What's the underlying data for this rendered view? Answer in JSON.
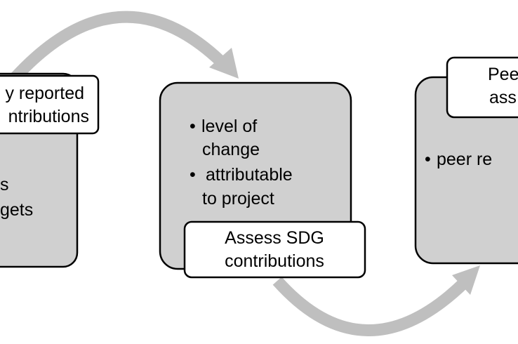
{
  "colors": {
    "arrow": "#bfbfbf",
    "box_fill": "#d0d0d0",
    "label_fill": "#ffffff",
    "stroke": "#000000"
  },
  "left_step": {
    "label_lines": [
      "y reported",
      "ntributions"
    ],
    "bullet_lines": [
      "s",
      "gets"
    ]
  },
  "middle_step": {
    "label_lines": [
      "Assess SDG",
      "contributions"
    ],
    "bullets": [
      "level of",
      "change",
      "attributable",
      "to project"
    ]
  },
  "right_step": {
    "label_lines": [
      "Pee",
      "ass"
    ],
    "bullets": [
      "peer re"
    ]
  }
}
